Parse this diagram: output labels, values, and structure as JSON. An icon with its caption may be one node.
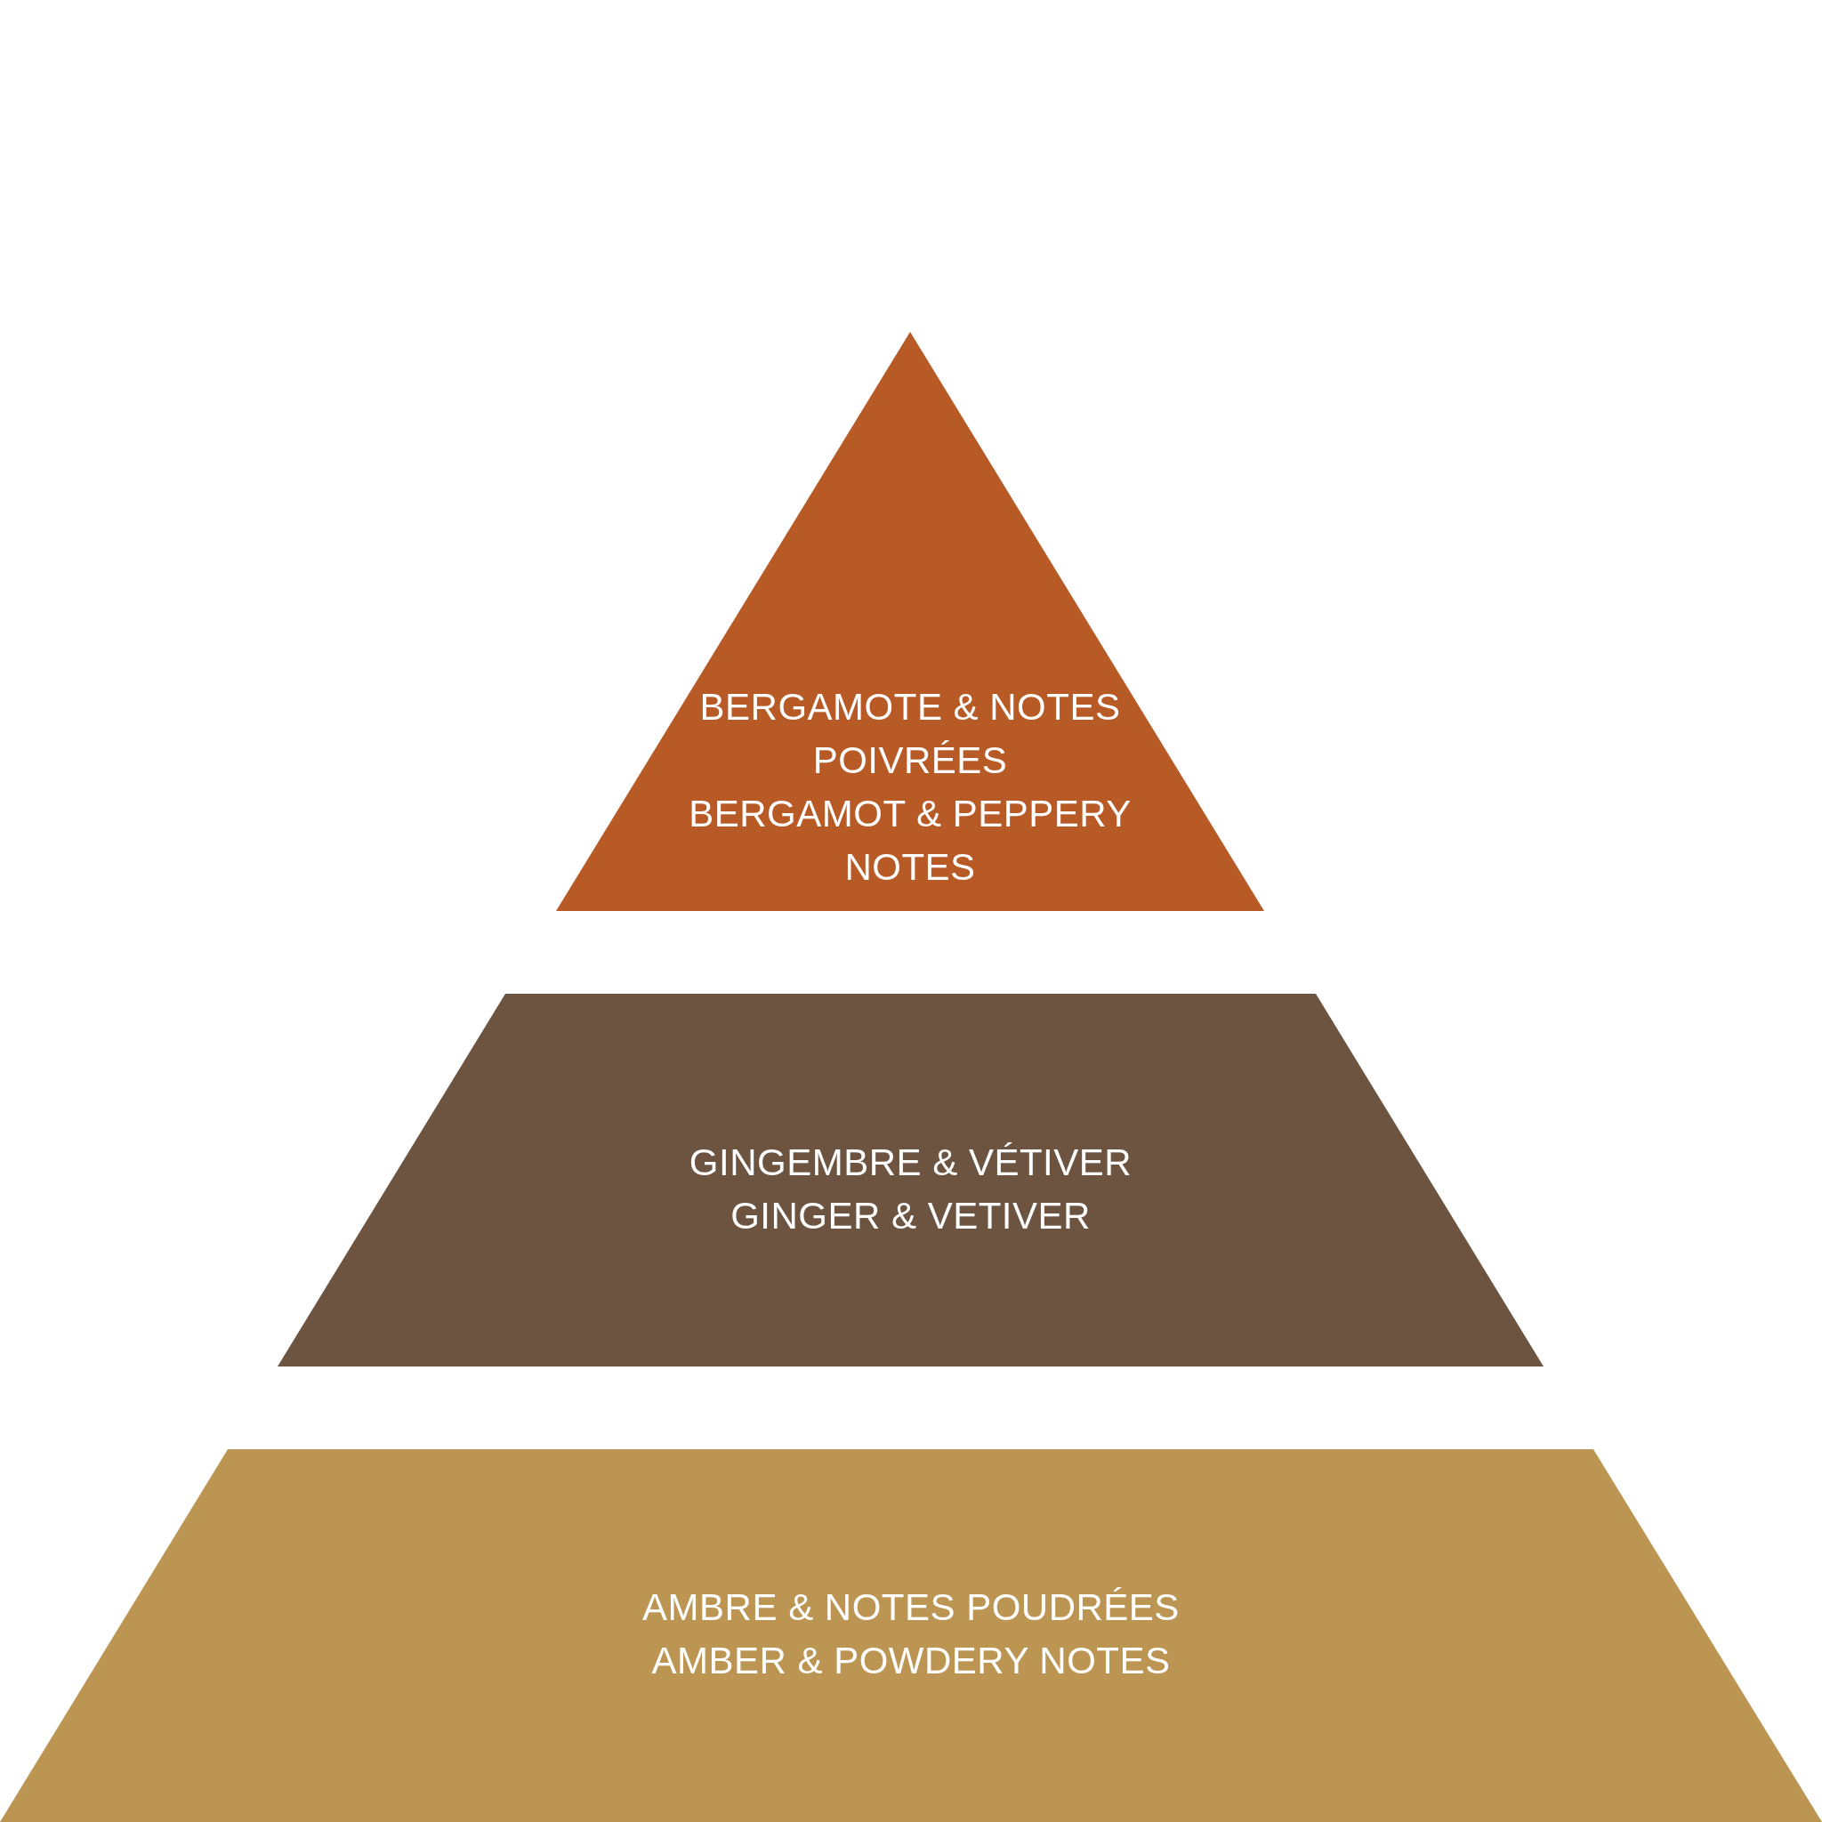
{
  "diagram": {
    "nodes": [
      {
        "text": [
          "BERGAMOTE & NOTES POIVRÉES",
          "BERGAMOT & PEPPERY NOTES"
        ]
      },
      {
        "text": [
          "GINGEMBRE & VÉTIVER",
          "GINGER & VETIVER"
        ]
      },
      {
        "text": [
          "AMBRE & NOTES POUDRÉES",
          "AMBER & POWDERY NOTES"
        ]
      }
    ]
  }
}
